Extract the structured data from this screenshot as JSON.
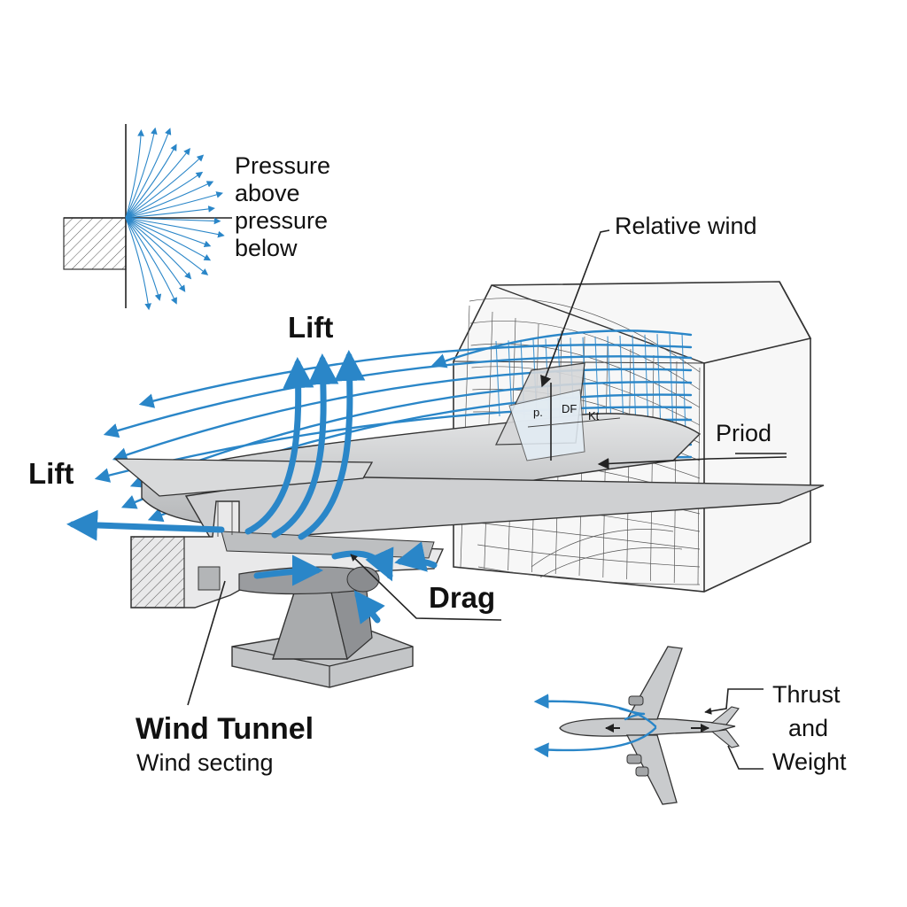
{
  "labels": {
    "pressure_1": "Pressure",
    "pressure_2": "above",
    "pressure_3": "pressure",
    "pressure_4": "below",
    "relative_wind": "Relative wind",
    "lift_top": "Lift",
    "lift_left": "Lift",
    "priod": "Priod",
    "drag": "Drag",
    "wind_tunnel": "Wind Tunnel",
    "wind_secting": "Wind secting",
    "thrust_1": "Thrust",
    "thrust_2": "and",
    "thrust_3": "Weight",
    "model_tag_1": "p.",
    "model_tag_2": "DF",
    "model_tag_3": "Kt"
  },
  "colors": {
    "flow_blue": "#2a86c8",
    "aircraft_grey": "#c9cbcd",
    "aircraft_dark": "#8e9194",
    "stand_grey": "#b8babc",
    "ink": "#222222"
  },
  "icons": {
    "radial_pressure_diagram": "radial-fan-icon",
    "small_aircraft": "top-view-airplane-icon"
  }
}
